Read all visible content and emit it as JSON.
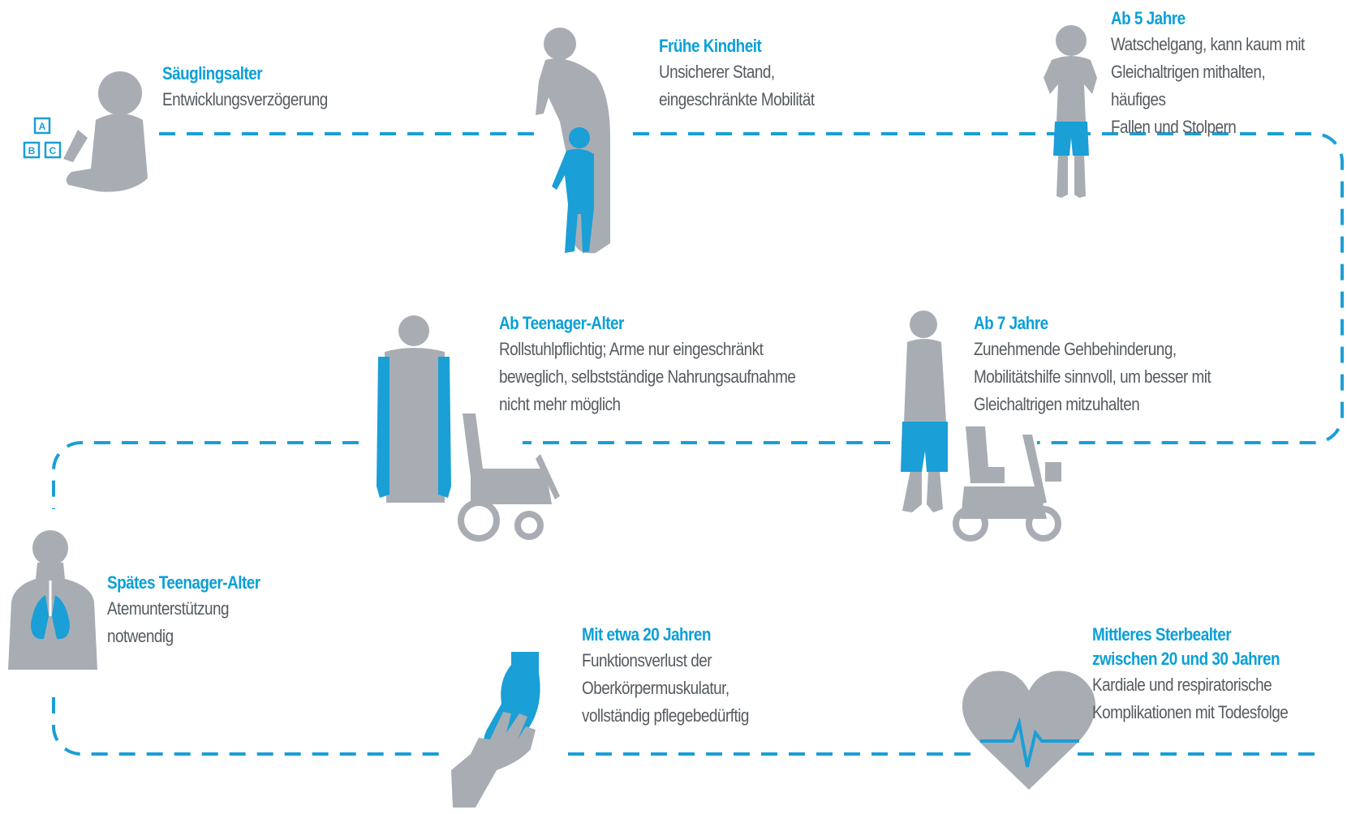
{
  "colors": {
    "accent": "#0aa0d8",
    "figure": "#a8adb4",
    "text": "#555b60",
    "path": "#1a9fd6"
  },
  "stages": [
    {
      "id": "saeuglingsalter",
      "title": "Säuglingsalter",
      "lines": [
        "Entwicklungsverzögerung"
      ],
      "icon": "baby-with-blocks-icon"
    },
    {
      "id": "fruehe-kindheit",
      "title": "Frühe Kindheit",
      "lines": [
        "Unsicherer Stand,",
        "eingeschränkte Mobilität"
      ],
      "icon": "adult-with-toddler-icon"
    },
    {
      "id": "ab-5-jahre",
      "title": "Ab 5 Jahre",
      "lines": [
        "Watschelgang, kann kaum mit",
        "Gleichaltrigen mithalten, häufiges",
        "Fallen und Stolpern"
      ],
      "icon": "child-standing-icon"
    },
    {
      "id": "ab-7-jahre",
      "title": "Ab 7 Jahre",
      "lines": [
        "Zunehmende Gehbehinderung,",
        "Mobilitätshilfe sinnvoll, um besser mit",
        "Gleichaltrigen mitzuhalten"
      ],
      "icon": "child-with-scooter-icon"
    },
    {
      "id": "ab-teenager-alter",
      "title": "Ab Teenager-Alter",
      "lines": [
        "Rollstuhlpflichtig; Arme nur eingeschränkt",
        "beweglich, selbstständige Nahrungsaufnahme",
        "nicht mehr möglich"
      ],
      "icon": "teen-with-wheelchair-icon"
    },
    {
      "id": "spaetes-teenager-alter",
      "title": "Spätes Teenager-Alter",
      "lines": [
        "Atemunterstützung",
        "notwendig"
      ],
      "icon": "torso-lungs-icon"
    },
    {
      "id": "mit-etwa-20-jahren",
      "title": "Mit etwa 20 Jahren",
      "lines": [
        "Funktionsverlust der",
        "Oberkörpermuskulatur,",
        "vollständig pflegebedürftig"
      ],
      "icon": "helping-hands-icon"
    },
    {
      "id": "mittleres-sterbealter",
      "title": "Mittleres Sterbealter\nzwischen 20 und 30 Jahren",
      "lines": [
        "Kardiale und respiratorische",
        "Komplikationen mit Todesfolge"
      ],
      "icon": "heart-pulse-icon"
    }
  ],
  "blocks_labels": [
    "A",
    "B",
    "C"
  ]
}
